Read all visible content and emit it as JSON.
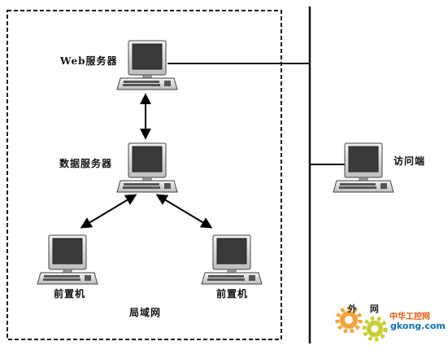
{
  "nodes": {
    "web_server": "Web服务器",
    "data_server": "数据服务器",
    "front_left": "前置机",
    "front_right": "前置机",
    "client": "访问端"
  },
  "zones": {
    "lan": "局域网",
    "wan": "外 网"
  },
  "watermark": {
    "cn": "中华工控网",
    "en": "gkong.com",
    "colors": {
      "gear_orange": "#f2a33a",
      "gear_yellow": "#c7cf2f",
      "text_orange": "#e8590c",
      "text_blue": "#0f6fb8"
    }
  },
  "icons": [
    "computer-icon",
    "gear-icon"
  ]
}
